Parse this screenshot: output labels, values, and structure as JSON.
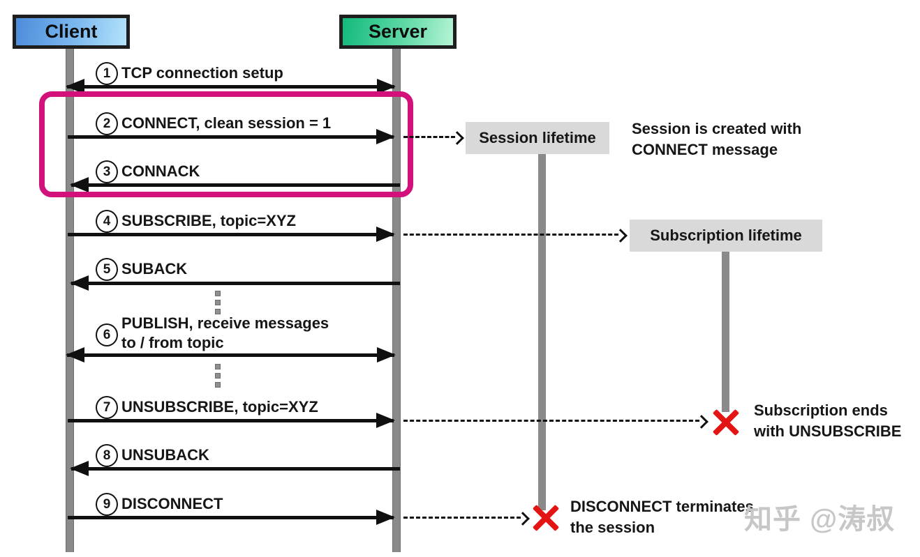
{
  "diagram": {
    "actors": [
      {
        "label": "Client"
      },
      {
        "label": "Server"
      }
    ],
    "messages": [
      {
        "num": "1",
        "label": "TCP connection setup",
        "direction": "bidirectional"
      },
      {
        "num": "2",
        "label": "CONNECT, clean session = 1",
        "direction": "client-to-server"
      },
      {
        "num": "3",
        "label": "CONNACK",
        "direction": "server-to-client"
      },
      {
        "num": "4",
        "label": "SUBSCRIBE, topic=XYZ",
        "direction": "client-to-server"
      },
      {
        "num": "5",
        "label": "SUBACK",
        "direction": "server-to-client"
      },
      {
        "num": "6",
        "label": "PUBLISH, receive messages",
        "label_line2": "to / from topic",
        "direction": "bidirectional"
      },
      {
        "num": "7",
        "label": "UNSUBSCRIBE, topic=XYZ",
        "direction": "client-to-server"
      },
      {
        "num": "8",
        "label": "UNSUBACK",
        "direction": "server-to-client"
      },
      {
        "num": "9",
        "label": "DISCONNECT",
        "direction": "client-to-server"
      }
    ],
    "lifetimes": [
      {
        "label": "Session lifetime"
      },
      {
        "label": "Subscription lifetime"
      }
    ],
    "annotations": [
      {
        "line1": "Session is created with",
        "line2": "CONNECT message"
      },
      {
        "line1": "Subscription ends",
        "line2": "with UNSUBSCRIBE"
      },
      {
        "line1": "DISCONNECT terminates",
        "line2": "the session"
      }
    ],
    "watermark": "知乎 @涛叔",
    "colors": {
      "client_gradient_start": "#4d8cdb",
      "client_gradient_end": "#b4e4fb",
      "server_gradient_start": "#13b97c",
      "server_gradient_end": "#b6f4d6",
      "highlight_box": "#d2117b",
      "red_x": "#e41414",
      "lifeline_gray": "#8a8a8a",
      "label_box_bg": "#d9d9d9",
      "watermark_gray": "#c7c7c7"
    }
  }
}
